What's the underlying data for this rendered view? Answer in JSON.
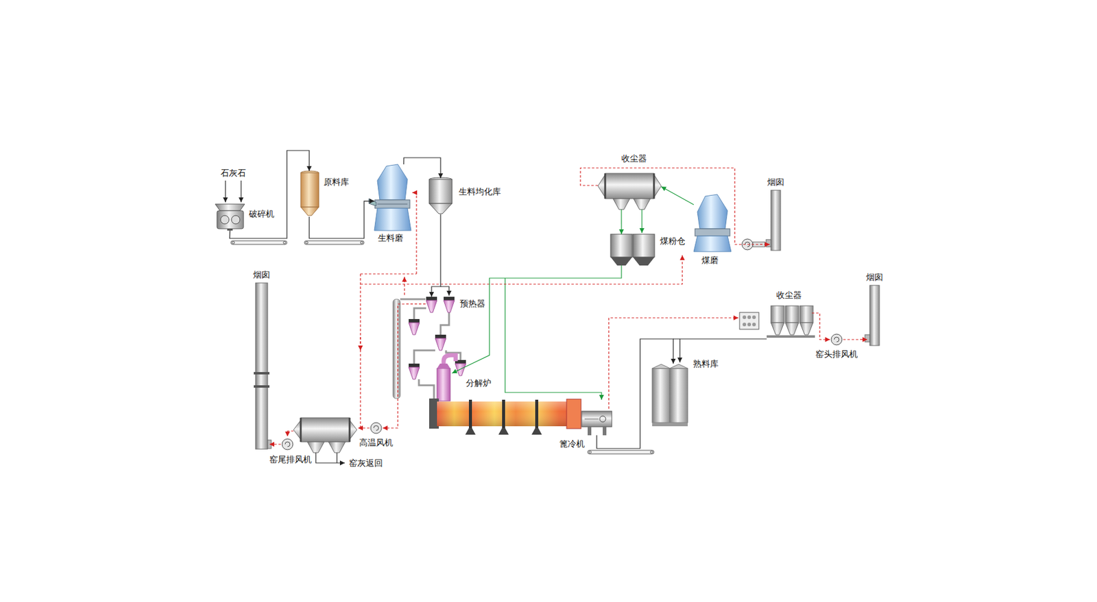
{
  "diagram": {
    "nodes": [
      {
        "text": [
          "破碎机"
        ]
      },
      {
        "text": [
          "原料库"
        ]
      },
      {
        "text": [
          "生料磨"
        ]
      },
      {
        "text": [
          "生料均化库"
        ]
      },
      {
        "text": [
          "收尘器"
        ]
      },
      {
        "text": [
          "烟囱"
        ]
      },
      {
        "text": [
          "煤粉仓"
        ]
      },
      {
        "text": [
          "煤磨"
        ]
      },
      {
        "text": [
          "烟囱"
        ]
      },
      {
        "text": [
          "预热器"
        ]
      },
      {
        "text": [
          "收尘器"
        ]
      },
      {
        "text": [
          "烟囱"
        ]
      },
      {
        "text": [
          "分解炉"
        ]
      },
      {
        "text": [
          "熟料库"
        ]
      },
      {
        "text": [
          "窑头排风机"
        ]
      },
      {
        "text": [
          "篦冷机"
        ]
      },
      {
        "text": [
          "高温风机"
        ]
      },
      {
        "text": [
          "窑尾排风机"
        ]
      }
    ],
    "edges": [
      {
        "from": 0,
        "to": 1,
        "arrow": "to"
      },
      {
        "from": 1,
        "to": 2,
        "arrow": "to"
      },
      {
        "from": 2,
        "to": 3,
        "arrow": "to"
      },
      {
        "from": 3,
        "to": 9,
        "arrow": "to"
      },
      {
        "from": 4,
        "to": 6,
        "arrow": "to"
      },
      {
        "from": 7,
        "to": 4,
        "arrow": "to"
      },
      {
        "from": 6,
        "to": 12,
        "arrow": "to"
      },
      {
        "from": 15,
        "to": 13,
        "arrow": "to"
      },
      {
        "from": 4,
        "to": 5,
        "arrow": "to"
      },
      {
        "from": 15,
        "to": 10,
        "arrow": "to"
      },
      {
        "from": 10,
        "to": 14,
        "arrow": "to"
      },
      {
        "from": 14,
        "to": 11,
        "arrow": "to"
      },
      {
        "from": 9,
        "to": 16,
        "arrow": "to"
      },
      {
        "from": 17,
        "to": 8,
        "arrow": "to"
      }
    ],
    "labels": [
      "石灰石",
      "窑灰返回"
    ]
  }
}
